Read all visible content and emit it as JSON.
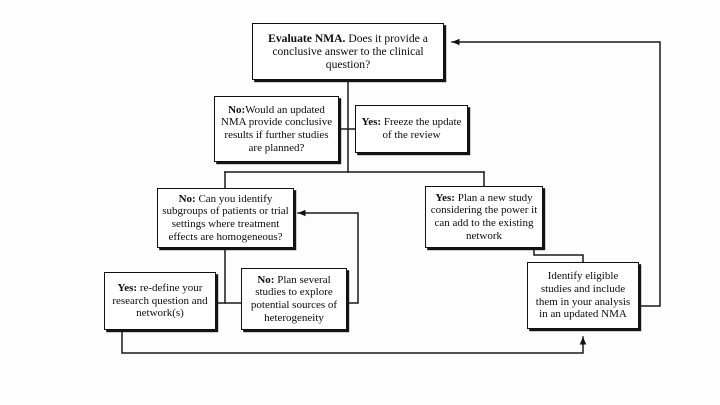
{
  "diagram": {
    "title": "NMA update decision flowchart",
    "background_color": "#fdfdfd",
    "box_border_color": "#111111",
    "box_fill_color": "#ffffff",
    "connector_color": "#1a1a1a"
  },
  "nodes": {
    "root": {
      "id": "evaluate-nma",
      "label_bold": "Evaluate NMA.",
      "label_rest": " Does it provide a conclusive answer to the clinical question?",
      "full_text": "Evaluate NMA. Does it provide a conclusive answer to the clinical question?"
    },
    "no_updated_nma": {
      "id": "no-updated-nma",
      "label_bold": "No:",
      "label_rest": "Would an updated NMA provide conclusive results if further studies are planned?",
      "full_text": "No:Would an updated NMA provide conclusive results if further studies are planned?"
    },
    "yes_freeze": {
      "id": "yes-freeze-update",
      "label_bold": "Yes:",
      "label_rest": " Freeze the update of the review",
      "full_text": "Yes: Freeze the update of the review"
    },
    "no_subgroups": {
      "id": "no-identify-subgroups",
      "label_bold": "No:",
      "label_rest": " Can you identify subgroups of patients or trial settings where treatment effects are homogeneous?",
      "full_text": "No: Can you identify subgroups of patients or trial settings where treatment effects are homogeneous?"
    },
    "yes_new_study": {
      "id": "yes-plan-new-study",
      "label_bold": "Yes:",
      "label_rest": " Plan a new study considering the power it can add to the existing network",
      "full_text": "Yes: Plan a new study considering the power it can add to the existing network"
    },
    "yes_redefine": {
      "id": "yes-redefine-question",
      "label_bold": "Yes:",
      "label_rest": " re-define your research question and network(s)",
      "full_text": "Yes: re-define your research question and network(s)"
    },
    "no_plan_several": {
      "id": "no-plan-several-studies",
      "label_bold": "No:",
      "label_rest": " Plan several studies to explore potential sources of heterogeneity",
      "full_text": "No: Plan several studies to explore potential sources of heterogeneity"
    },
    "identify_eligible": {
      "id": "identify-eligible-studies",
      "label_bold": "",
      "label_rest": "Identify eligible studies and include them in your analysis in an updated NMA",
      "full_text": "Identify eligible studies and include them in your analysis in an updated NMA"
    }
  },
  "edges": [
    {
      "from": "evaluate-nma",
      "to": "no-updated-nma",
      "kind": "branch"
    },
    {
      "from": "evaluate-nma",
      "to": "yes-freeze-update",
      "kind": "branch"
    },
    {
      "from": "no-updated-nma",
      "to": "no-identify-subgroups",
      "kind": "branch"
    },
    {
      "from": "no-updated-nma",
      "to": "yes-plan-new-study",
      "kind": "branch"
    },
    {
      "from": "no-identify-subgroups",
      "to": "yes-redefine-question",
      "kind": "branch"
    },
    {
      "from": "no-identify-subgroups",
      "to": "no-plan-several-studies",
      "kind": "branch"
    },
    {
      "from": "no-plan-several-studies",
      "to": "no-identify-subgroups",
      "kind": "feedback-arrow"
    },
    {
      "from": "yes-plan-new-study",
      "to": "identify-eligible-studies",
      "kind": "branch"
    },
    {
      "from": "yes-redefine-question",
      "to": "identify-eligible-studies",
      "kind": "feedback-arrow"
    },
    {
      "from": "identify-eligible-studies",
      "to": "evaluate-nma",
      "kind": "feedback-arrow"
    }
  ]
}
